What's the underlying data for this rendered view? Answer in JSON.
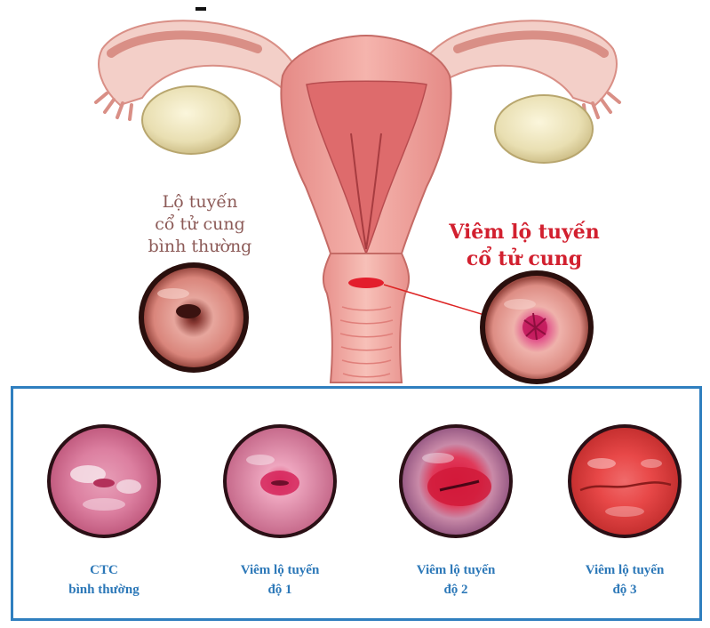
{
  "top_diagram": {
    "normal_label": [
      "Lộ tuyến",
      "cổ tử cung",
      "bình thường"
    ],
    "inflamed_label": [
      "Viêm lộ tuyến",
      "cổ tử cung"
    ]
  },
  "stages": [
    {
      "line1": "CTC",
      "line2": "bình thường"
    },
    {
      "line1": "Viêm lộ tuyến",
      "line2": "độ 1"
    },
    {
      "line1": "Viêm lộ tuyến",
      "line2": "độ 2"
    },
    {
      "line1": "Viêm lộ tuyến",
      "line2": "độ 3"
    }
  ],
  "colors": {
    "panel_border": "#2f7fbf",
    "stage_label": "#2c78b8",
    "inflamed_label": "#d2202f",
    "normal_label": "#8c5a57"
  }
}
